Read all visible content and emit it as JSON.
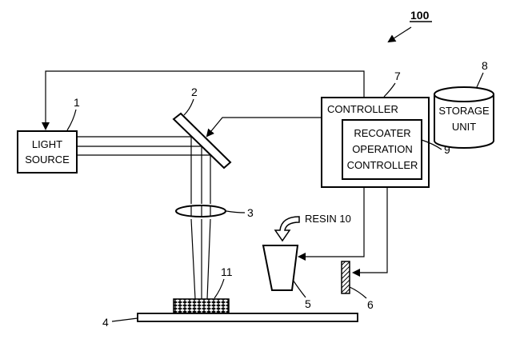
{
  "figure_number": "100",
  "components": {
    "light_source": {
      "line1": "LIGHT",
      "line2": "SOURCE",
      "ref": "1"
    },
    "mirror": {
      "ref": "2"
    },
    "lens": {
      "ref": "3"
    },
    "stage": {
      "ref": "4"
    },
    "recoater": {
      "ref": "5"
    },
    "blade": {
      "ref": "6"
    },
    "controller": {
      "label": "CONTROLLER",
      "ref": "7"
    },
    "storage_unit": {
      "line1": "STORAGE",
      "line2": "UNIT",
      "ref": "8"
    },
    "recoater_operation_controller": {
      "line1": "RECOATER",
      "line2": "OPERATION",
      "line3": "CONTROLLER",
      "ref": "9"
    },
    "resin": {
      "label": "RESIN 10"
    },
    "object": {
      "ref": "11"
    }
  }
}
